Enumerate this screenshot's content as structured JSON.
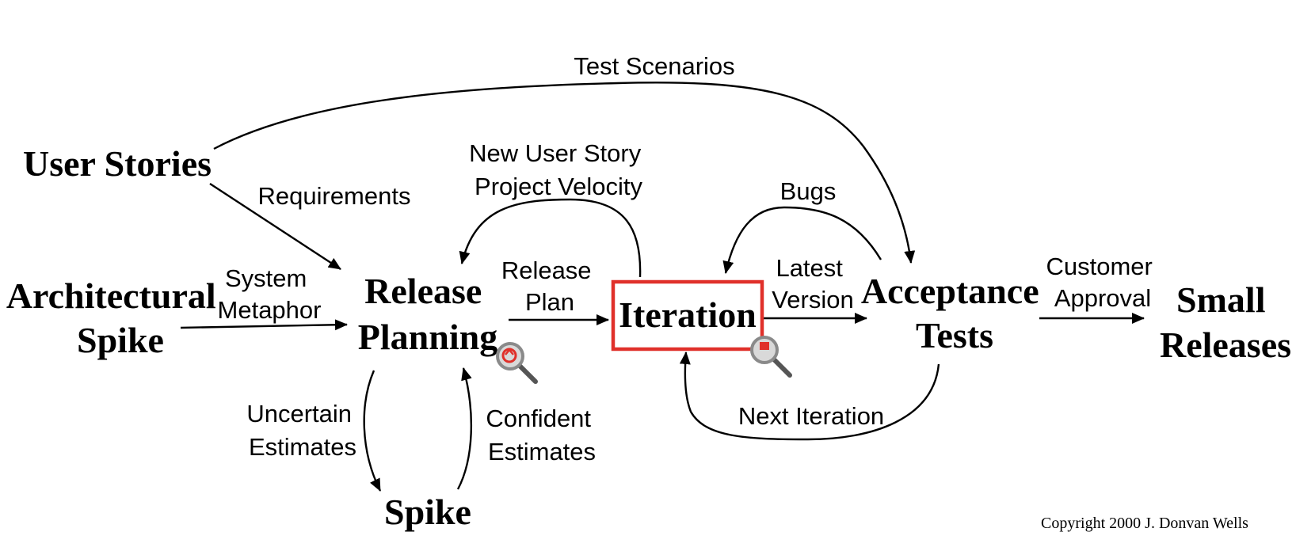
{
  "nodes": {
    "user_stories": "User Stories",
    "architectural_spike": [
      "Architectural",
      "Spike"
    ],
    "release_planning": [
      "Release",
      "Planning"
    ],
    "iteration": "Iteration",
    "acceptance_tests": [
      "Acceptance",
      "Tests"
    ],
    "small_releases": [
      "Small",
      "Releases"
    ],
    "spike": "Spike"
  },
  "edges": {
    "test_scenarios": "Test Scenarios",
    "requirements": "Requirements",
    "system_metaphor": [
      "System",
      "Metaphor"
    ],
    "new_user_story": [
      "New User Story",
      "Project Velocity"
    ],
    "release_plan": [
      "Release",
      "Plan"
    ],
    "bugs": "Bugs",
    "latest_version": [
      "Latest",
      "Version"
    ],
    "customer_approval": [
      "Customer",
      "Approval"
    ],
    "uncertain_estimates": [
      "Uncertain",
      "Estimates"
    ],
    "confident_estimates": [
      "Confident",
      "Estimates"
    ],
    "next_iteration": "Next Iteration"
  },
  "copyright": "Copyright 2000 J. Donvan Wells",
  "colors": {
    "highlight": "#e0302a",
    "ink": "#000000",
    "magnifier": "#9a9a9a"
  },
  "icons": [
    "zoom-magnifier-icon",
    "zoom-magnifier-icon"
  ]
}
